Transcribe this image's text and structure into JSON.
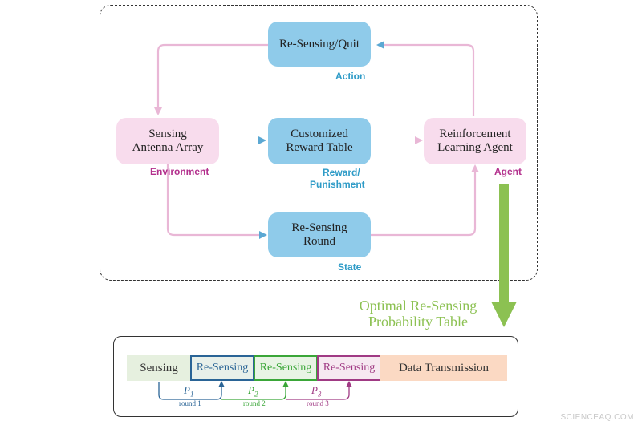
{
  "nodes": {
    "resensing_quit": "Re-Sensing/Quit",
    "sensing_antenna_line1": "Sensing",
    "sensing_antenna_line2": "Antenna Array",
    "reward_table_line1": "Customized",
    "reward_table_line2": "Reward Table",
    "rl_agent_line1": "Reinforcement",
    "rl_agent_line2": "Learning Agent",
    "resensing_round_line1": "Re-Sensing",
    "resensing_round_line2": "Round"
  },
  "tags": {
    "action": "Action",
    "environment": "Environment",
    "reward_line1": "Reward/",
    "reward_line2": "Punishment",
    "agent": "Agent",
    "state": "State"
  },
  "optimal_line1": "Optimal Re-Sensing",
  "optimal_line2": "Probability Table",
  "timeline": {
    "sensing": "Sensing",
    "resensing_1": "Re-Sensing",
    "resensing_2": "Re-Sensing",
    "resensing_3": "Re-Sensing",
    "data_transmission": "Data Transmission",
    "p1": "P",
    "p1_sub": "1",
    "p2": "P",
    "p2_sub": "2",
    "p3": "P",
    "p3_sub": "3",
    "round1": "round 1",
    "round2": "round 2",
    "round3": "round 3"
  },
  "watermark": "SCIENCEAQ.COM",
  "colors": {
    "node_blue": "#8fcbea",
    "node_pink": "#f8dced",
    "arrow_pink": "#e9b7d6",
    "arrow_blue": "#5ba8d3",
    "optimal_green": "#8cc152"
  }
}
